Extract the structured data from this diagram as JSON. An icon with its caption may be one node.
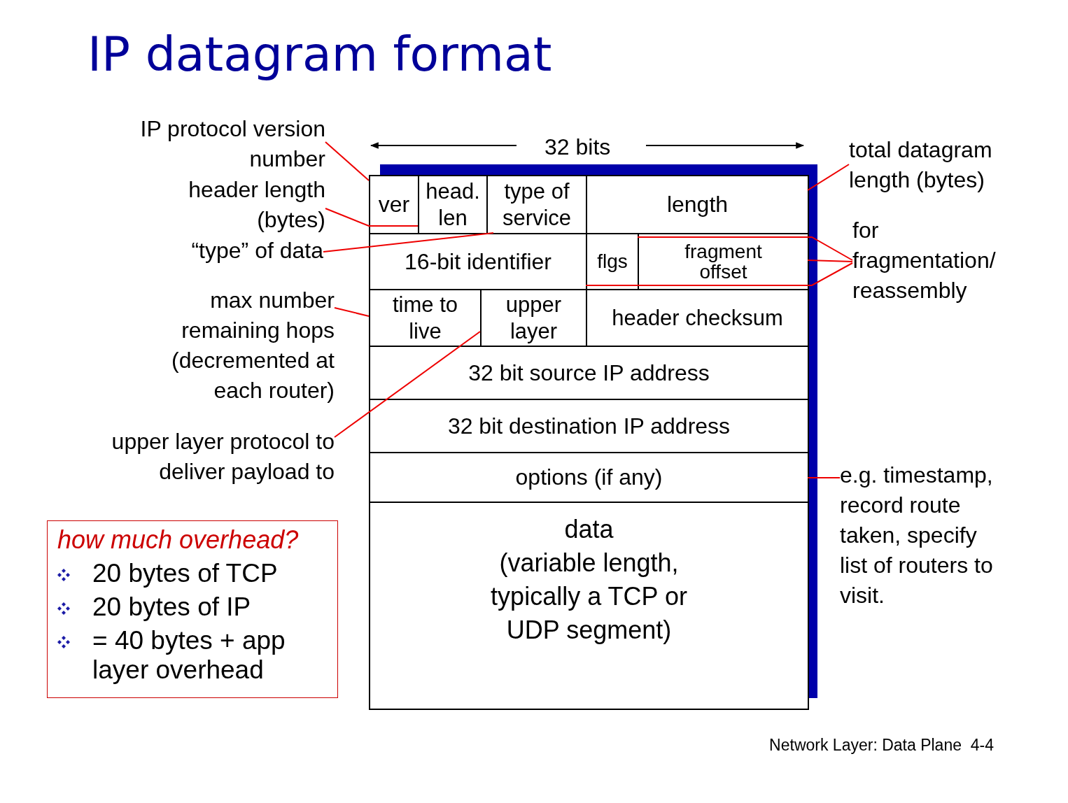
{
  "diagram": {
    "title": "IP datagram format",
    "nodes": [
      {
        "text": [
          "IP protocol version number"
        ]
      },
      {
        "text": [
          "header length (bytes)"
        ]
      },
      {
        "text": [
          "“type” of data"
        ]
      },
      {
        "text": [
          "max number remaining hops (decremented at each router)"
        ]
      },
      {
        "text": [
          "upper layer protocol to deliver payload to"
        ]
      },
      {
        "text": [
          "total datagram length (bytes)"
        ]
      },
      {
        "text": [
          "for fragmentation/ reassembly"
        ]
      },
      {
        "text": [
          "e.g. timestamp, record route taken, specify list of routers to visit."
        ]
      },
      {
        "text": [],
        "shape": "box"
      },
      {
        "text": [
          "ver"
        ],
        "in": 8
      },
      {
        "text": [
          "head. len"
        ],
        "in": 8
      },
      {
        "text": [
          "type of service"
        ],
        "in": 8
      },
      {
        "text": [
          "length"
        ],
        "in": 8
      },
      {
        "text": [
          "16-bit identifier"
        ],
        "in": 8
      },
      {
        "text": [
          "flgs"
        ],
        "in": 8
      },
      {
        "text": [
          "fragment offset"
        ],
        "in": 8
      },
      {
        "text": [
          "time to live"
        ],
        "in": 8
      },
      {
        "text": [
          "upper layer"
        ],
        "in": 8
      },
      {
        "text": [
          "header checksum"
        ],
        "in": 8
      },
      {
        "text": [
          "32 bit source IP address"
        ],
        "in": 8
      },
      {
        "text": [
          "32 bit destination IP address"
        ],
        "in": 8
      },
      {
        "text": [
          "options (if any)"
        ],
        "in": 8
      },
      {
        "text": [
          "data",
          "(variable length, typically a TCP or UDP segment)"
        ],
        "in": 8
      },
      {
        "text": [
          "how much overhead?",
          "20 bytes of TCP",
          "20 bytes of IP",
          "= 40 bytes + app layer overhead"
        ]
      }
    ],
    "edges": [
      {
        "from": 0,
        "to": 9,
        "arrow": "none"
      },
      {
        "from": 1,
        "to": 10,
        "arrow": "none"
      },
      {
        "from": 2,
        "to": 11,
        "arrow": "none"
      },
      {
        "from": 3,
        "to": 16,
        "arrow": "none"
      },
      {
        "from": 4,
        "to": 17,
        "arrow": "none"
      },
      {
        "from": 5,
        "to": 12,
        "arrow": "none"
      },
      {
        "from": 6,
        "to": 15,
        "arrow": "none"
      },
      {
        "from": 6,
        "to": 14,
        "arrow": "none"
      },
      {
        "from": 6,
        "to": 13,
        "arrow": "none"
      },
      {
        "from": 7,
        "to": 21,
        "arrow": "none"
      }
    ],
    "labels": [
      "32 bits",
      "Network Layer: Data Plane  4-4"
    ]
  }
}
